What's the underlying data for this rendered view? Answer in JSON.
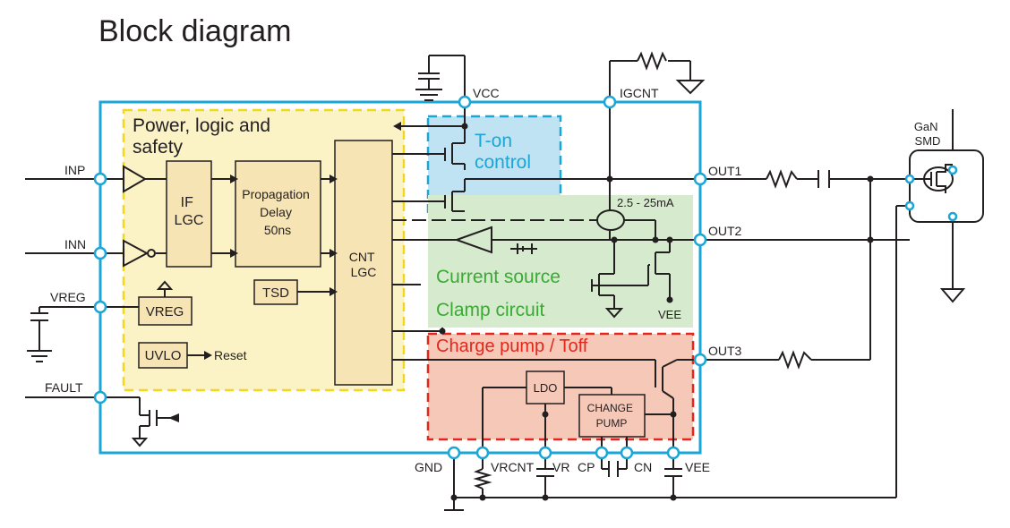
{
  "title": "Block diagram",
  "regions": {
    "power": "Power, logic and\nsafety",
    "ton": "T-on\ncontrol",
    "current_source": "Current source",
    "clamp": "Clamp circuit",
    "charge_pump": "Charge pump / Toff"
  },
  "blocks": {
    "if_lgc": "IF\nLGC",
    "prop_delay": "Propagation\nDelay\n50ns",
    "cnt_lgc": "CNT\nLGC",
    "tsd": "TSD",
    "vreg": "VREG",
    "uvlo": "UVLO",
    "reset": "Reset",
    "ldo": "LDO",
    "change_pump": "CHANGE\nPUMP"
  },
  "pins": {
    "inp": "INP",
    "inn": "INN",
    "vreg": "VREG",
    "fault": "FAULT",
    "vcc": "VCC",
    "igcnt": "IGCNT",
    "out1": "OUT1",
    "out2": "OUT2",
    "out3": "OUT3",
    "gnd": "GND",
    "vrcnt": "VRCNT",
    "vr": "VR",
    "cp": "CP",
    "cn": "CN",
    "vee": "VEE"
  },
  "labels": {
    "current_range": "2.5 - 25mA",
    "vee_internal": "VEE",
    "gan_smd": "GaN\nSMD"
  },
  "colors": {
    "ic_border": "#1aa6d6",
    "power_fill": "#fbf3c6",
    "power_border": "#f2d81c",
    "ton_fill": "#bfe3f3",
    "ton_border": "#1aa6d6",
    "ton_text": "#1aa6d6",
    "green_fill": "#d6ebcd",
    "green_text": "#3aaa35",
    "red_fill": "#f6c8b8",
    "red_border": "#e4261d",
    "red_text": "#e4261d"
  }
}
